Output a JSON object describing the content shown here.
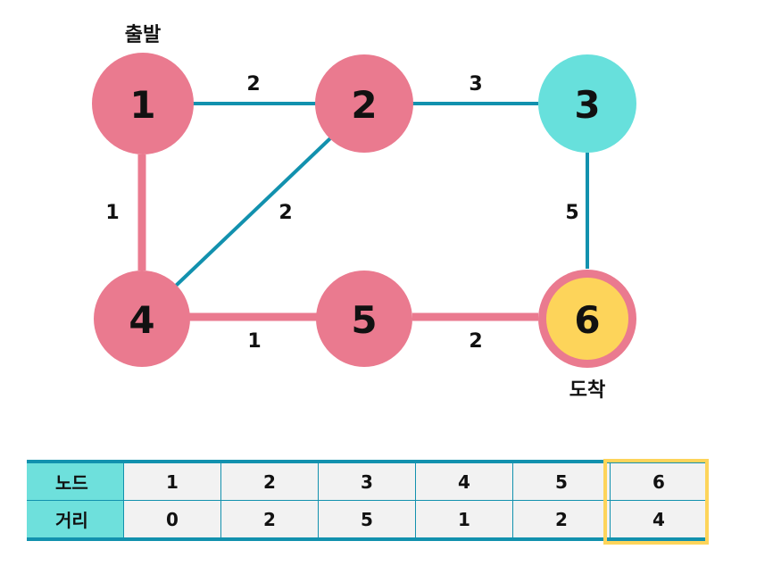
{
  "colors": {
    "visited": "#ea7a8f",
    "unvisited": "#67e0dc",
    "destination": "#fdd45a",
    "edge": "#1291ae",
    "path_edge": "#ea7a8f",
    "table_header": "#6ee0dc",
    "table_cell": "#f2f2f2"
  },
  "graph": {
    "start_caption": "출발",
    "end_caption": "도착",
    "nodes": [
      {
        "id": "1",
        "state": "visited"
      },
      {
        "id": "2",
        "state": "visited"
      },
      {
        "id": "3",
        "state": "unvisited"
      },
      {
        "id": "4",
        "state": "visited"
      },
      {
        "id": "5",
        "state": "visited"
      },
      {
        "id": "6",
        "state": "destination"
      }
    ],
    "edges": [
      {
        "from": "1",
        "to": "2",
        "weight": "2",
        "on_path": false
      },
      {
        "from": "2",
        "to": "3",
        "weight": "3",
        "on_path": false
      },
      {
        "from": "1",
        "to": "4",
        "weight": "1",
        "on_path": true
      },
      {
        "from": "2",
        "to": "4",
        "weight": "2",
        "on_path": false
      },
      {
        "from": "3",
        "to": "6",
        "weight": "5",
        "on_path": false
      },
      {
        "from": "4",
        "to": "5",
        "weight": "1",
        "on_path": true
      },
      {
        "from": "5",
        "to": "6",
        "weight": "2",
        "on_path": true
      }
    ]
  },
  "table": {
    "node_header": "노드",
    "dist_header": "거리",
    "nodes": [
      "1",
      "2",
      "3",
      "4",
      "5",
      "6"
    ],
    "distances": [
      "0",
      "2",
      "5",
      "1",
      "2",
      "4"
    ],
    "highlighted_column": "6"
  }
}
